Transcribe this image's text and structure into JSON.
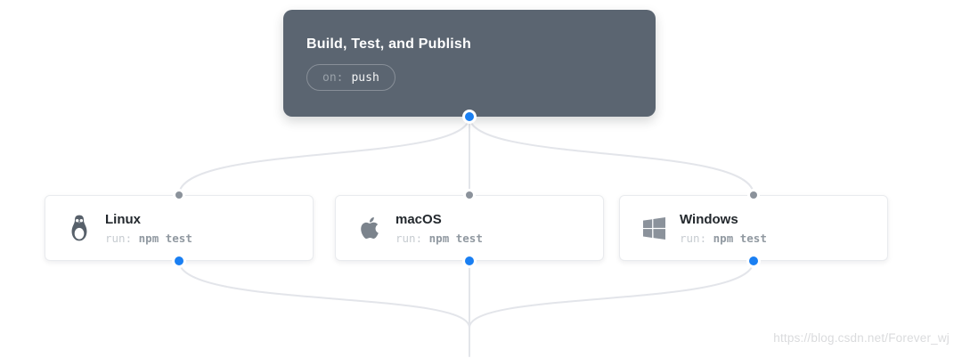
{
  "trigger": {
    "title": "Build, Test, and Publish",
    "badge_key": "on:",
    "badge_value": "push"
  },
  "jobs": [
    {
      "title": "Linux",
      "run_key": "run:",
      "run_value": "npm test",
      "icon": "linux-tux-icon"
    },
    {
      "title": "macOS",
      "run_key": "run:",
      "run_value": "npm test",
      "icon": "apple-icon"
    },
    {
      "title": "Windows",
      "run_key": "run:",
      "run_value": "npm test",
      "icon": "windows-icon"
    }
  ],
  "watermark": "https://blog.csdn.net/Forever_wj",
  "colors": {
    "trigger_background": "#5b6571",
    "card_background": "#ffffff",
    "connector_line": "#e3e5ea",
    "node_dot_blue": "#1a7ff2",
    "node_dot_gray": "#8b929b"
  }
}
